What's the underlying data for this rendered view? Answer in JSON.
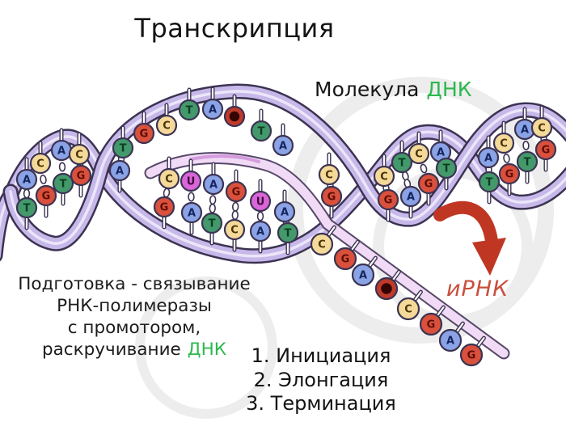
{
  "title": "Транскрипция",
  "labels": {
    "molecule": "Молекула",
    "molecule_target": "ДНК",
    "mrna_label": "иРНК"
  },
  "preparation_note": {
    "line1": "Подготовка - связывание",
    "line2": "РНК-полимеразы",
    "line3": "с промотором,",
    "line4": "раскручивание",
    "line4_highlight": "ДНК"
  },
  "stages": {
    "item1": "1. Инициация",
    "item2": "2. Элонгация",
    "item3": "3. Терминация"
  },
  "colors": {
    "adenine": "#8aa3e6",
    "cytosine": "#f4d999",
    "guanine": "#d9503c",
    "thymine": "#43996b",
    "uracil": "#d965d9",
    "modified_base_ring": "#c03a2a",
    "modified_base_core": "#330604",
    "dna_ribbon": "#c7b8ea",
    "dna_ribbon_outline": "#3c3352",
    "rna_ribbon": "#f0daf5",
    "rna_ribbon_outline": "#564868",
    "rna_ribbon_accent": "#d093dc",
    "arrow": "#bf3723",
    "mrna_text": "#c94f3e",
    "highlight_green": "#2db84f",
    "watermark": "#ededed"
  },
  "letter_colors": {
    "A": "#16255d",
    "C": "#4a3305",
    "G": "#5c0e06",
    "T": "#0c3d20",
    "U": "#3d0a39"
  },
  "diagram": {
    "pair_groups": [
      {
        "name": "left-helix-pairs",
        "pairs": [
          [
            "A",
            33,
            222,
            "T",
            33,
            257
          ],
          [
            "C",
            50,
            202,
            "G",
            57,
            242
          ],
          [
            "A",
            76,
            186,
            "T",
            78,
            227
          ],
          [
            "C",
            98,
            191,
            "G",
            100,
            217
          ],
          [
            "T",
            152,
            183,
            "A",
            148,
            211
          ]
        ]
      },
      {
        "name": "bubble-rna-template-pairs",
        "pairs": [
          [
            "C",
            209,
            221,
            "G",
            203,
            256
          ],
          [
            "U",
            236,
            224,
            "A",
            237,
            263
          ],
          [
            "A",
            264,
            228,
            "T",
            262,
            276
          ],
          [
            "G",
            292,
            237,
            "C",
            290,
            284
          ],
          [
            "U",
            322,
            249,
            "A",
            322,
            286
          ],
          [
            "A",
            352,
            262,
            "T",
            356,
            288
          ]
        ]
      },
      {
        "name": "bubble-closing-pair",
        "pairs": [
          [
            "C",
            407,
            216,
            "G",
            410,
            243
          ]
        ]
      },
      {
        "name": "mid-helix-pairs",
        "pairs": [
          [
            "C",
            475,
            218,
            "G",
            480,
            247
          ],
          [
            "T",
            497,
            201,
            "A",
            508,
            243
          ],
          [
            "C",
            518,
            190,
            "G",
            530,
            227
          ],
          [
            "A",
            545,
            188,
            "T",
            552,
            208
          ]
        ]
      },
      {
        "name": "right-helix-pairs",
        "pairs": [
          [
            "A",
            604,
            195,
            "T",
            605,
            225
          ],
          [
            "C",
            623,
            177,
            "G",
            630,
            215
          ],
          [
            "A",
            649,
            160,
            "T",
            652,
            200
          ],
          [
            "C",
            670,
            158,
            "G",
            675,
            185
          ]
        ]
      }
    ],
    "single_groups": [
      {
        "name": "bubble-coding-strand",
        "stem": "up",
        "bases": [
          [
            "G",
            178,
            165
          ],
          [
            "C",
            206,
            155
          ],
          [
            "T",
            234,
            136
          ],
          [
            "A",
            263,
            135
          ],
          [
            "*",
            290,
            144
          ],
          [
            "T",
            323,
            162
          ],
          [
            "A",
            350,
            180
          ]
        ]
      },
      {
        "name": "mrna-tail",
        "stem": "diag",
        "r": 13,
        "bases": [
          [
            "C",
            398,
            302
          ],
          [
            "G",
            427,
            320
          ],
          [
            "A",
            449,
            340
          ],
          [
            "*",
            478,
            357
          ],
          [
            "C",
            505,
            382
          ],
          [
            "G",
            533,
            401
          ],
          [
            "A",
            557,
            421
          ],
          [
            "G",
            583,
            439
          ]
        ]
      }
    ]
  }
}
